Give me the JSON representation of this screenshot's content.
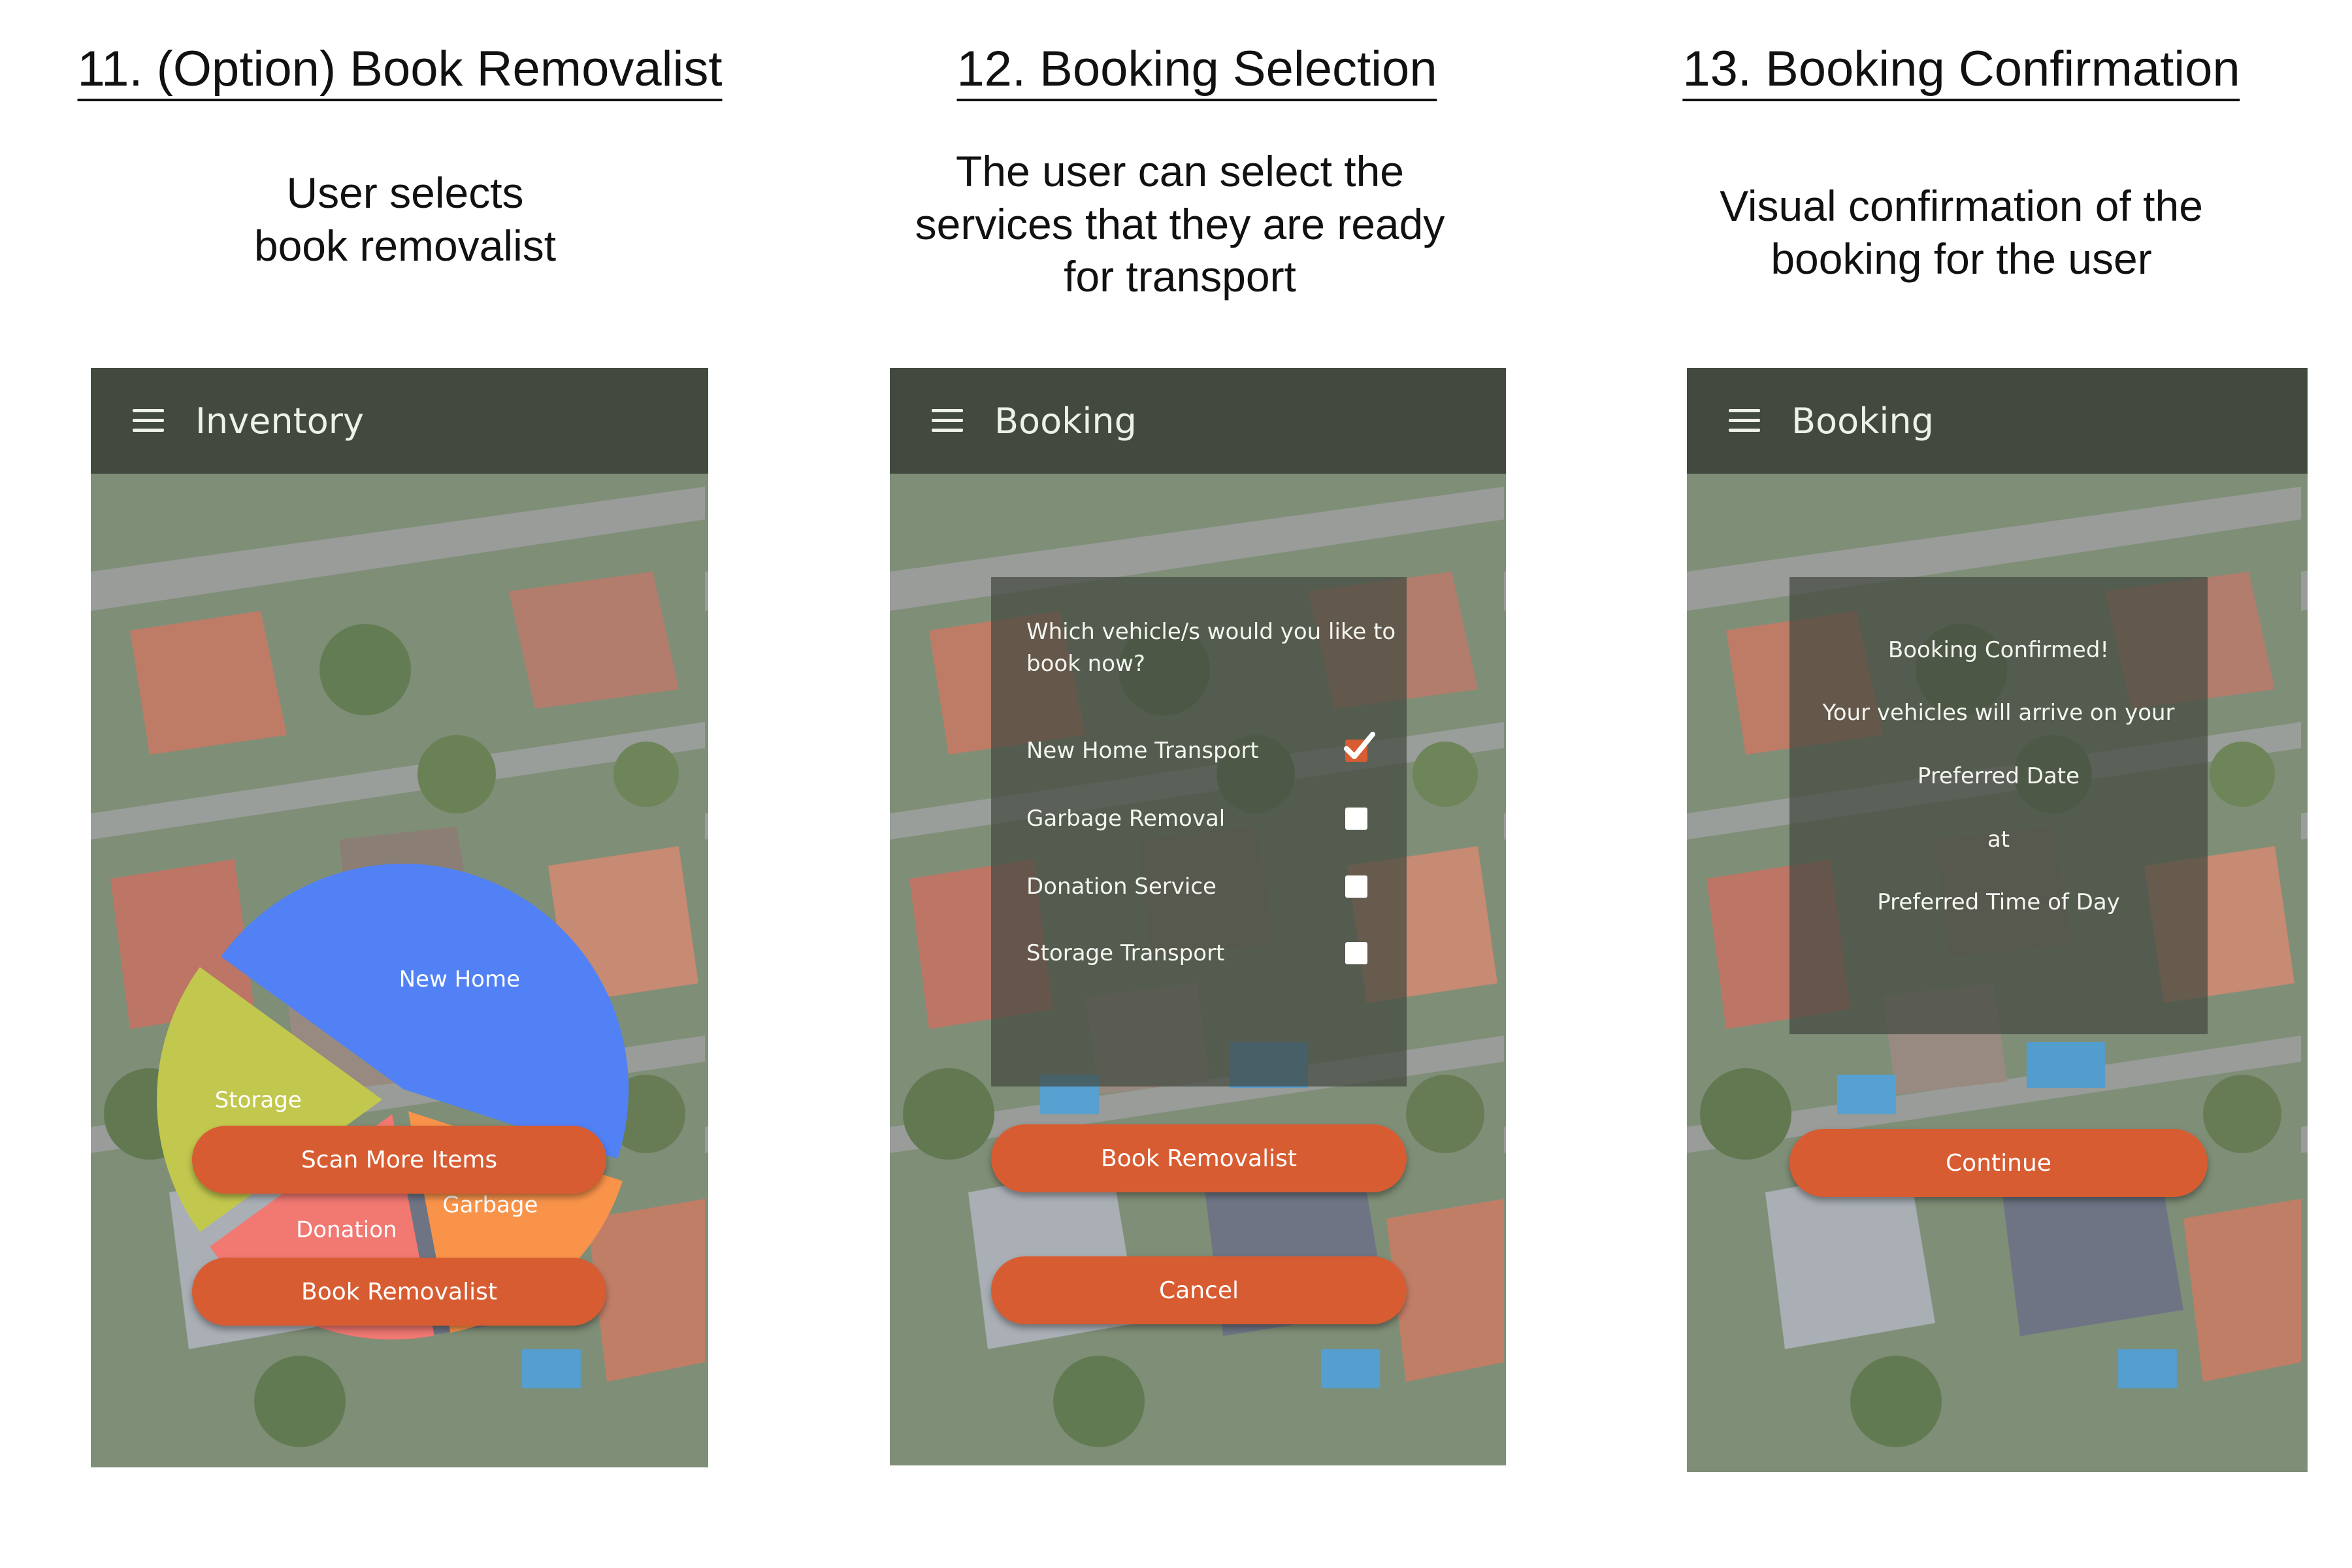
{
  "steps": [
    {
      "title": "11. (Option) Book Removalist",
      "description_lines": [
        "User selects",
        "book removalist"
      ],
      "screen": {
        "appbar_title": "Inventory",
        "chart_labels": [
          "New Home",
          "Storage",
          "Donation",
          "Garbage"
        ],
        "buttons": [
          "Scan More Items",
          "Book Removalist"
        ]
      }
    },
    {
      "title": "12. Booking Selection",
      "description_lines": [
        "The user can select the",
        "services that they are ready",
        "for transport"
      ],
      "screen": {
        "appbar_title": "Booking",
        "question_lines": [
          "Which vehicle/s would you like to",
          "book now?"
        ],
        "options": [
          {
            "label": "New Home Transport",
            "checked": true
          },
          {
            "label": "Garbage Removal",
            "checked": false
          },
          {
            "label": "Donation Service",
            "checked": false
          },
          {
            "label": "Storage Transport",
            "checked": false
          }
        ],
        "buttons": [
          "Book Removalist",
          "Cancel"
        ]
      }
    },
    {
      "title": "13. Booking Confirmation",
      "description_lines": [
        "Visual confirmation of the",
        "booking for the user"
      ],
      "screen": {
        "appbar_title": "Booking",
        "confirmation_lines": [
          "Booking Confirmed!",
          "Your vehicles will arrive on your",
          "Preferred Date",
          "at",
          "Preferred Time of Day"
        ],
        "buttons": [
          "Continue"
        ]
      }
    }
  ],
  "chart_data": {
    "type": "pie",
    "categories": [
      "New Home",
      "Storage",
      "Donation",
      "Garbage"
    ],
    "values": [
      45,
      20,
      18,
      17
    ],
    "colors": [
      "#5181f5",
      "#c2c84e",
      "#f27872",
      "#f9934a"
    ]
  },
  "colors": {
    "appbar": "#424a40",
    "button": "#d85c32",
    "panel": "#424a40"
  }
}
